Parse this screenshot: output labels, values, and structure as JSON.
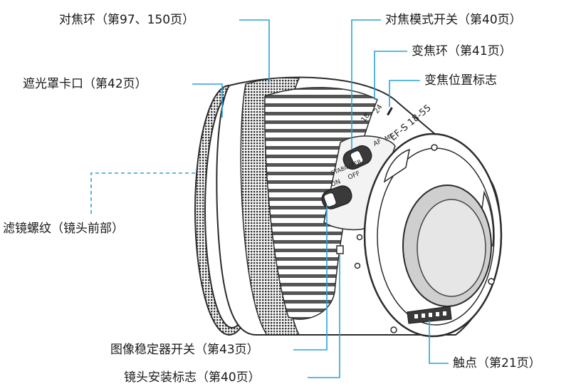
{
  "callouts": {
    "focus_ring": "对焦环（第97、150页）",
    "hood_mount": "遮光罩卡口（第42页）",
    "filter_thread": "滤镜螺纹（镜头前部）",
    "stabilizer_switch": "图像稳定器开关（第43页）",
    "mount_index": "镜头安装标志（第40页）",
    "focus_mode_switch": "对焦模式开关（第40页）",
    "zoom_ring": "变焦环（第41页）",
    "zoom_position_index": "变焦位置标志",
    "contacts": "触点（第21页）"
  },
  "lens_markings": {
    "af": "AF",
    "mf": "MF",
    "stabilizer": "STABILIZER",
    "on": "ON",
    "off": "OFF",
    "model": "EF-S 18-55",
    "zoom_18": "18",
    "zoom_24": "24"
  },
  "colors": {
    "leader_line": "#29a3d8",
    "outline": "#2b2b2b",
    "ring_fill": "#4a4a4a",
    "glass": "#e6e6e6"
  }
}
